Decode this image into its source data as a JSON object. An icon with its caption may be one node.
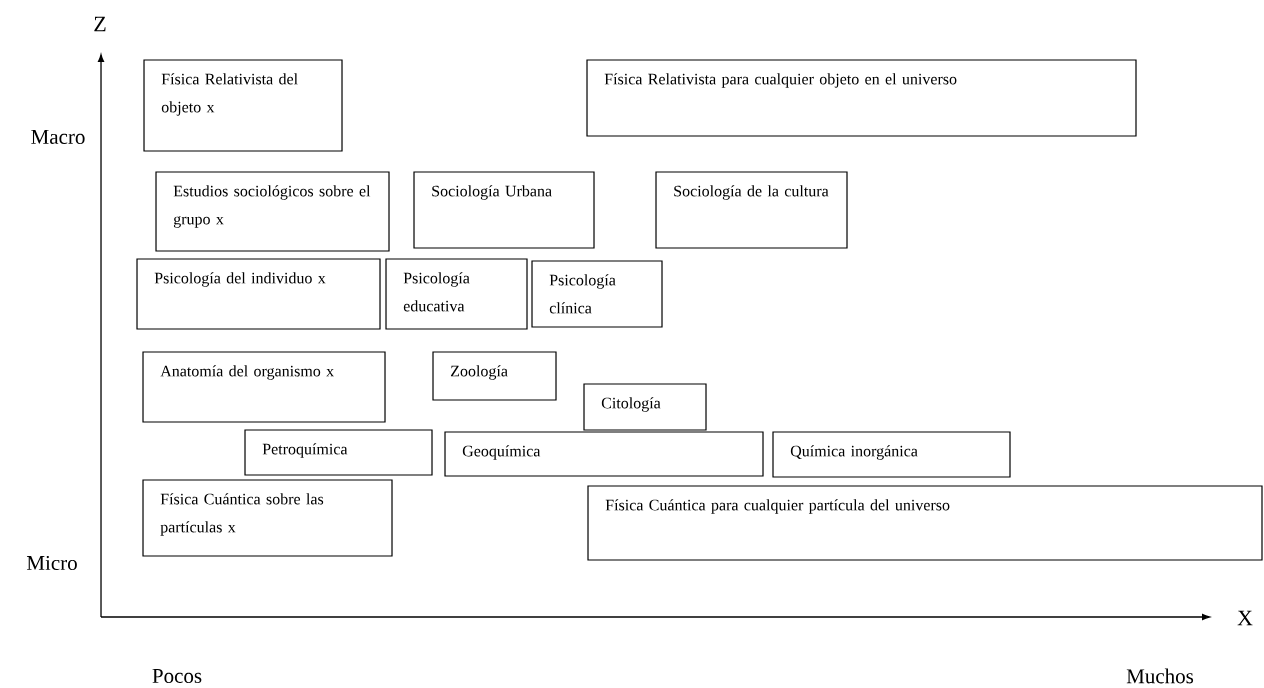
{
  "diagram": {
    "nodes": [
      {
        "text": [
          "Física Relativista del objeto x"
        ]
      },
      {
        "text": [
          "Física Relativista para cualquier objeto en el universo"
        ]
      },
      {
        "text": [
          "Estudios sociológicos sobre el grupo x"
        ]
      },
      {
        "text": [
          "Sociología Urbana"
        ]
      },
      {
        "text": [
          "Sociología de la cultura"
        ]
      },
      {
        "text": [
          "Psicología del individuo x"
        ]
      },
      {
        "text": [
          "Psicología educativa"
        ]
      },
      {
        "text": [
          "Psicología clínica"
        ]
      },
      {
        "text": [
          "Anatomía del organismo x"
        ]
      },
      {
        "text": [
          "Zoología"
        ]
      },
      {
        "text": [
          "Citología"
        ]
      },
      {
        "text": [
          "Petroquímica"
        ]
      },
      {
        "text": [
          "Geoquímica"
        ]
      },
      {
        "text": [
          "Química inorgánica"
        ]
      },
      {
        "text": [
          "Física Cuántica sobre las partículas x"
        ]
      },
      {
        "text": [
          "Física Cuántica para cualquier partícula del universo"
        ]
      }
    ],
    "labels": [
      "Z",
      "Macro",
      "Micro",
      "X",
      "Pocos",
      "Muchos"
    ]
  }
}
